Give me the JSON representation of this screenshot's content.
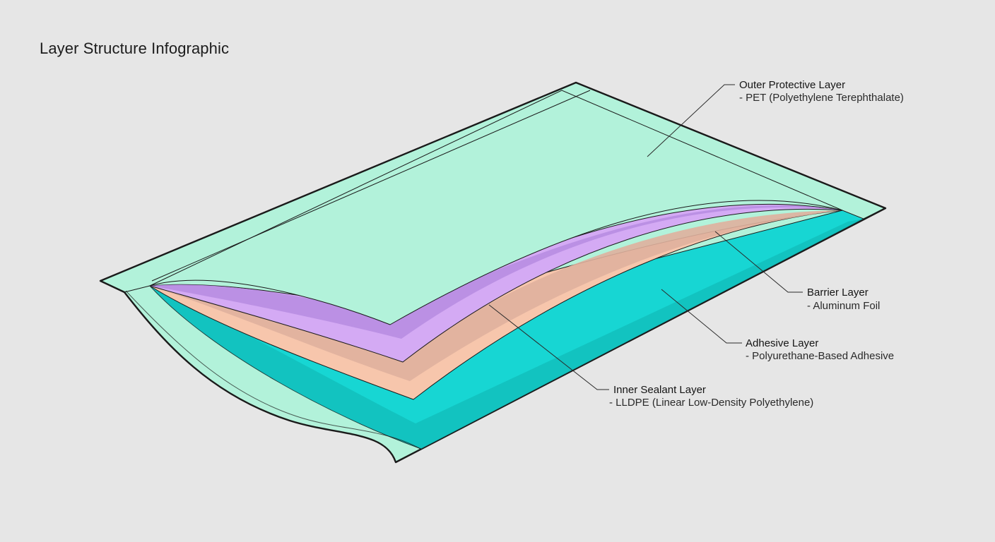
{
  "title": "Layer Structure Infographic",
  "colors": {
    "background": "#e6e6e6",
    "outer_layer": "#b2f2da",
    "barrier_layer": "#c9a1ec",
    "adhesive_layer": "#f7c6ac",
    "sealant_layer": "#17d6d3",
    "outline": "#1a1a1a"
  },
  "layers": [
    {
      "id": "outer",
      "name": "Outer Protective Layer",
      "detail": "- PET (Polyethylene Terephthalate)"
    },
    {
      "id": "barrier",
      "name": "Barrier Layer",
      "detail": "- Aluminum Foil"
    },
    {
      "id": "adhesive",
      "name": "Adhesive Layer",
      "detail": "- Polyurethane-Based Adhesive"
    },
    {
      "id": "sealant",
      "name": "Inner Sealant Layer",
      "detail": "- LLDPE (Linear Low-Density Polyethylene)"
    }
  ]
}
